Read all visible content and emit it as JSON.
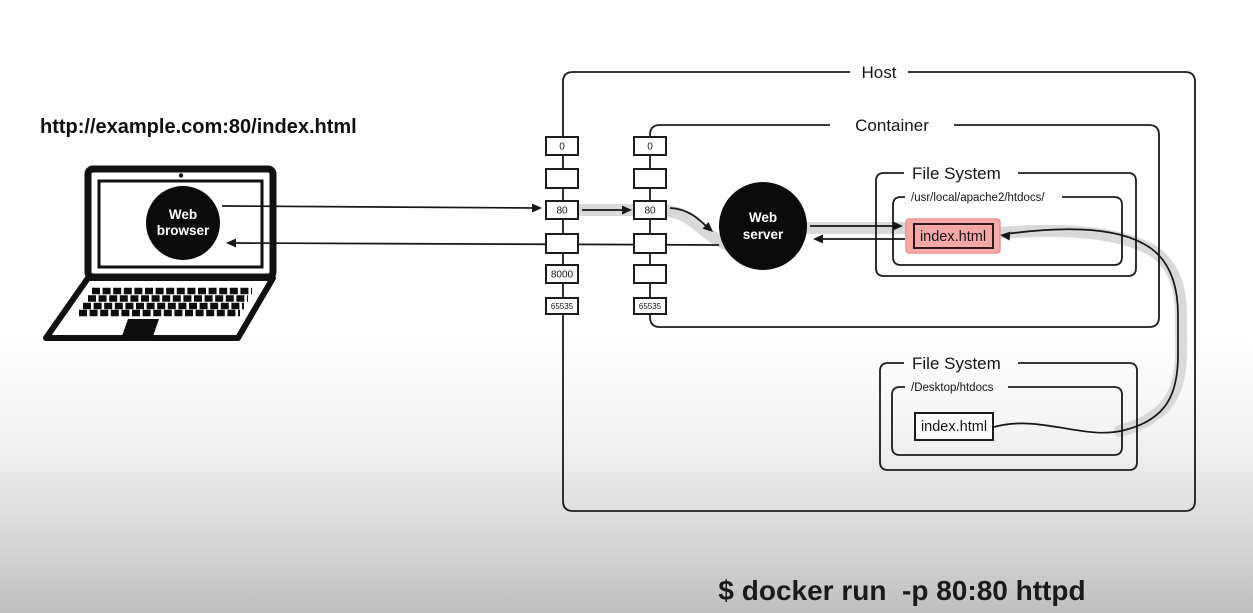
{
  "url_label": "http://example.com:80/index.html",
  "command": "$ docker run  -p 80:80 httpd",
  "nodes": {
    "browser": {
      "line1": "Web",
      "line2": "browser"
    },
    "server": {
      "line1": "Web",
      "line2": "server"
    }
  },
  "host": {
    "label": "Host",
    "ports": [
      "0",
      "",
      "80",
      "",
      "8000",
      "65535"
    ]
  },
  "container": {
    "label": "Container",
    "ports": [
      "0",
      "",
      "80",
      "",
      "",
      "65535"
    ]
  },
  "container_fs": {
    "label": "File System",
    "path": "/usr/local/apache2/htdocs/",
    "file": "index.html"
  },
  "host_fs": {
    "label": "File System",
    "path": "/Desktop/htdocs",
    "file": "index.html"
  },
  "colors": {
    "highlight_fill": "#f7a8a8",
    "highlight_stroke": "#e89494",
    "highlight_inner_stroke": "#331a1a",
    "band": "#d5d5d5",
    "ink": "#161616"
  }
}
